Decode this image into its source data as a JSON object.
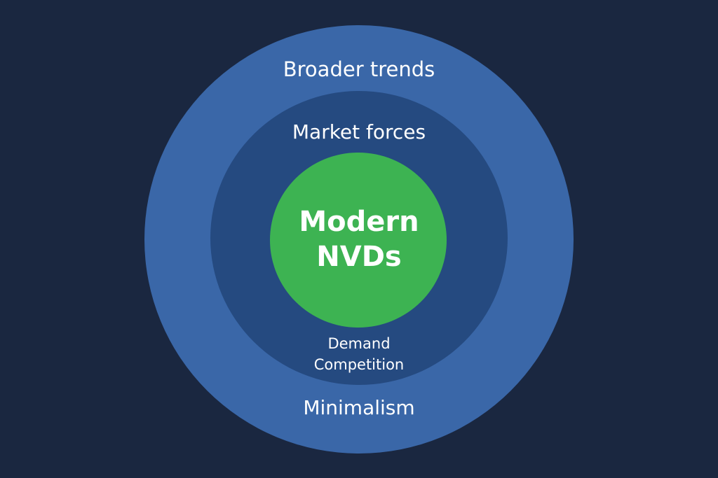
{
  "diagram": {
    "type": "concentric-circles",
    "layers": [
      {
        "id": "outer",
        "label": "Broader trends",
        "sub_label": "Minimalism",
        "color": "#3a67a8"
      },
      {
        "id": "middle",
        "label": "Market forces",
        "sub_items": [
          "Demand",
          "Competition"
        ],
        "color": "#254a80"
      },
      {
        "id": "core",
        "label_line1": "Modern",
        "label_line2": "NVDs",
        "color": "#3db352"
      }
    ],
    "background": "#1a2740"
  }
}
